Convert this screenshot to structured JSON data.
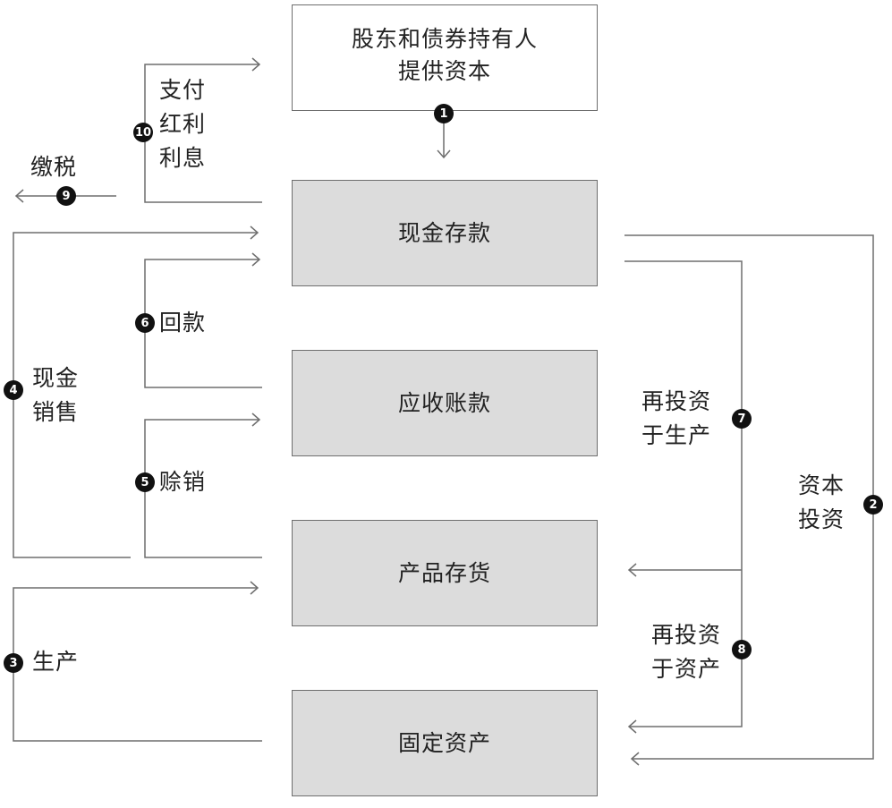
{
  "boxes": {
    "capital_source": "股东和债券持有人\n提供资本",
    "cash": "现金存款",
    "receivables": "应收账款",
    "inventory": "产品存货",
    "fixed_assets": "固定资产"
  },
  "labels": {
    "pay": "支付\n红利\n利息",
    "tax": "缴税",
    "cash_sales": "现金\n销售",
    "collection": "回款",
    "credit_sales": "赊销",
    "production": "生产",
    "reinvest_production": "再投资\n于生产",
    "capital_investment": "资本\n投资",
    "reinvest_assets": "再投资\n于资产"
  },
  "numbers": {
    "n1": "1",
    "n2": "2",
    "n3": "3",
    "n4": "4",
    "n5": "5",
    "n6": "6",
    "n7": "7",
    "n8": "8",
    "n9": "9",
    "n10": "10"
  }
}
